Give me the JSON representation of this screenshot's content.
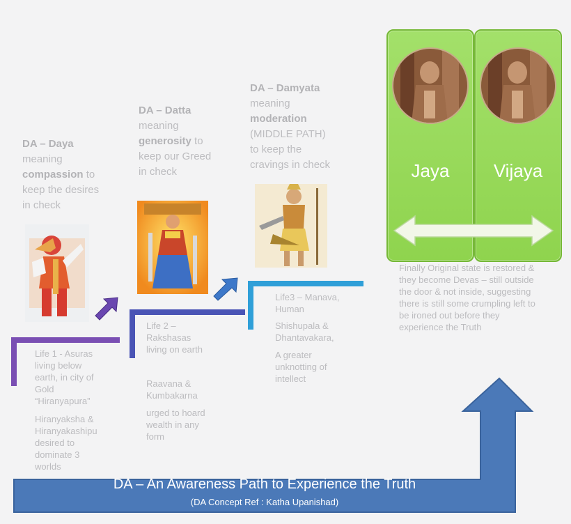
{
  "stages": [
    {
      "heading_pre": "DA – Daya",
      "heading_word1": "meaning",
      "heading_bold": "compassion",
      "heading_rest1": "to",
      "heading_rest2": "keep the desires",
      "heading_rest3": "in check",
      "life_desc": [
        "Life 1 - Asuras",
        "living below",
        "earth, in city of",
        "Gold",
        "“Hiranyapura”"
      ],
      "examples": [
        "Hiranyaksha &",
        "Hiranyakashipu",
        "desired to",
        "dominate 3",
        "worlds"
      ]
    },
    {
      "heading_pre": "DA – Datta",
      "heading_word1": "meaning",
      "heading_bold": "generosity",
      "heading_rest1": "to",
      "heading_rest2": "keep our Greed",
      "heading_rest3": "in check",
      "life_desc": [
        "Life 2 –",
        "Rakshasas",
        "living on earth"
      ],
      "examples": [
        "Raavana &",
        "Kumbakarna"
      ],
      "extra": [
        "urged to hoard",
        "wealth in any",
        "form"
      ]
    },
    {
      "heading_pre": "DA – Damyata",
      "heading_word1": "meaning",
      "heading_bold": "moderation",
      "heading_rest1": "(MIDDLE PATH)",
      "heading_rest2": "to keep the",
      "heading_rest3": "cravings in check",
      "life_desc": [
        "Life3 – Manava,",
        "Human"
      ],
      "examples": [
        "Shishupala &",
        "Dhantavakara,"
      ],
      "extra": [
        "A greater",
        "unknotting of",
        "intellect"
      ]
    }
  ],
  "gatekeepers": {
    "left": "Jaya",
    "right": "Vijaya"
  },
  "final_text": [
    "Finally Original state is restored &",
    "they become Devas – still outside",
    "the door & not inside, suggesting",
    "there is still some crumpling left to",
    "be ironed out before they",
    "experience the Truth"
  ],
  "footer": {
    "title": "DA – An Awareness Path to Experience the Truth",
    "subtitle": "(DA Concept Ref : Katha Upanishad)"
  },
  "colors": {
    "step1": "#7a4fb3",
    "step2": "#4a54b5",
    "step3": "#2f9fd8",
    "panel": "#93d552",
    "path_arrow": "#4b79b8"
  },
  "icons": [
    "hanuman-figure-icon",
    "ravana-figure-icon",
    "warrior-figure-icon",
    "gatekeeper-statue-icon"
  ]
}
